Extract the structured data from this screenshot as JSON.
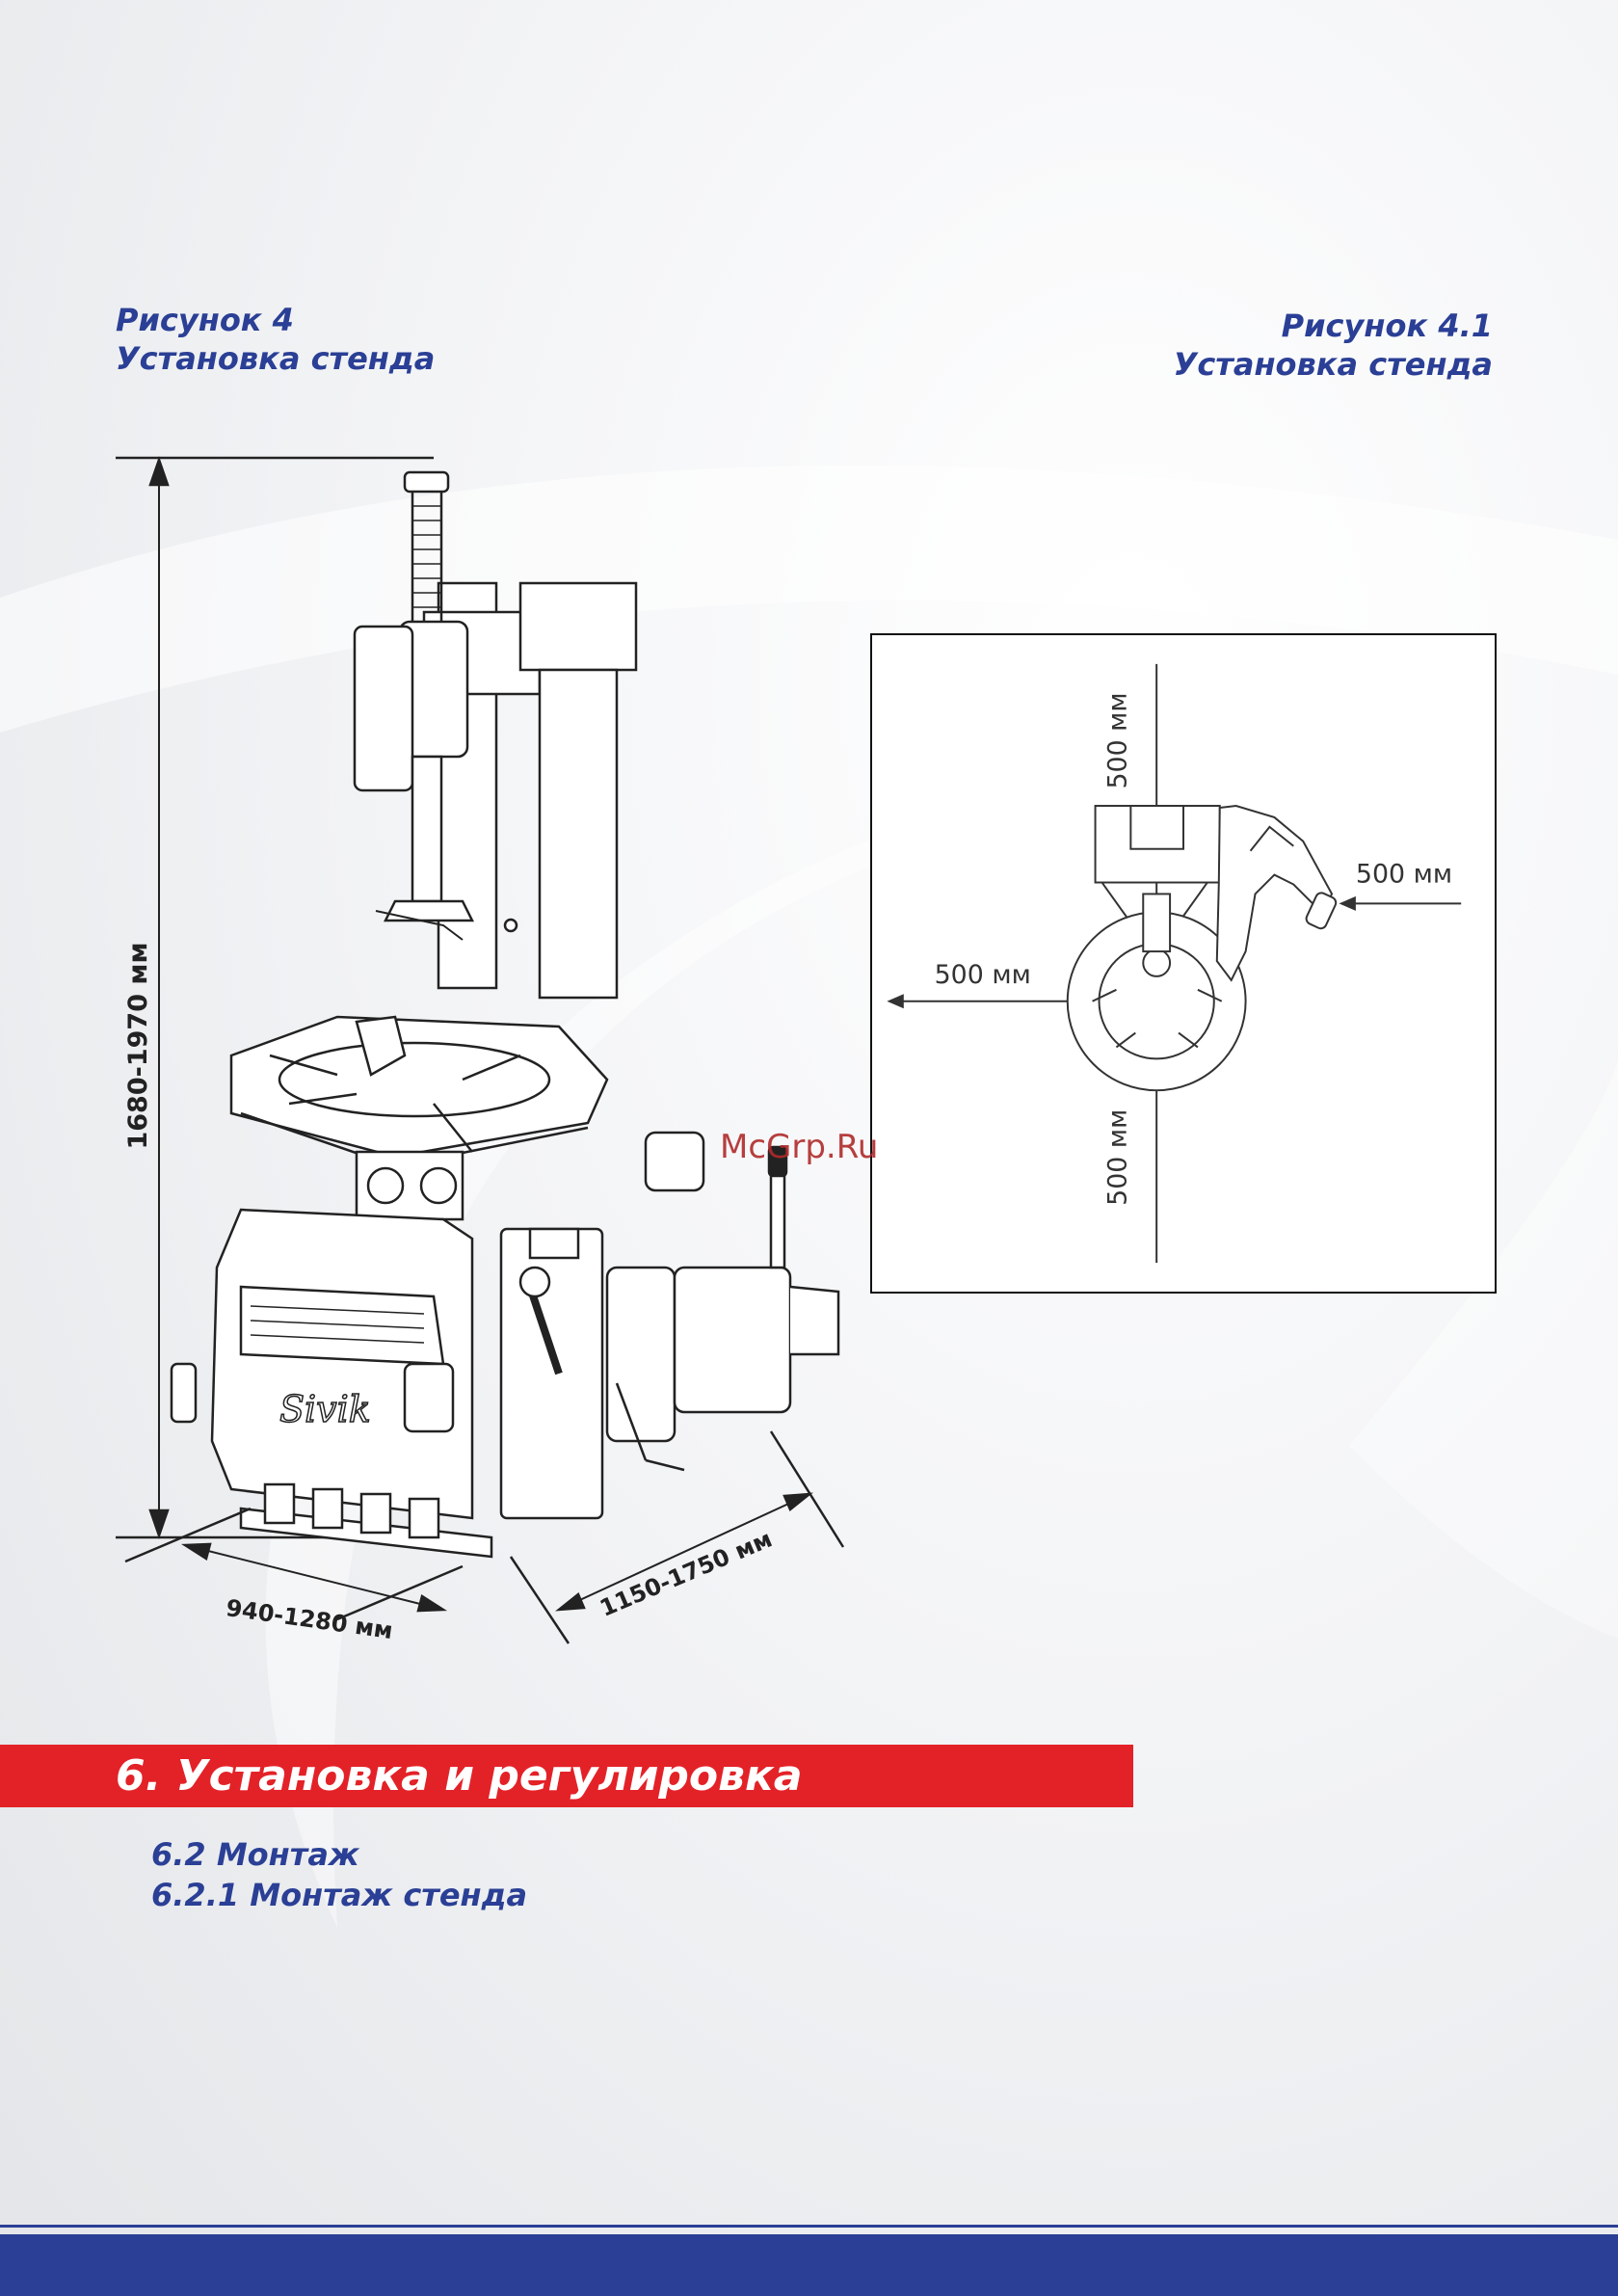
{
  "figure_left": {
    "caption_number": "Рисунок 4",
    "caption_title": "Установка стенда",
    "dim_height": "1680-1970 мм",
    "dim_width": "940-1280 мм",
    "dim_depth": "1150-1750 мм",
    "brand": "Sivik"
  },
  "figure_right": {
    "caption_number": "Рисунок 4.1",
    "caption_title": "Установка стенда",
    "clearance_top": "500 мм",
    "clearance_right": "500 мм",
    "clearance_left": "500 мм",
    "clearance_bottom": "500 мм"
  },
  "watermark": "McGrp.Ru",
  "section": {
    "title": "6. Установка и регулировка",
    "sub1": "6.2 Монтаж",
    "sub2": "6.2.1 Монтаж стенда"
  },
  "colors": {
    "accent_red": "#e32228",
    "brand_blue": "#2a3f95"
  }
}
